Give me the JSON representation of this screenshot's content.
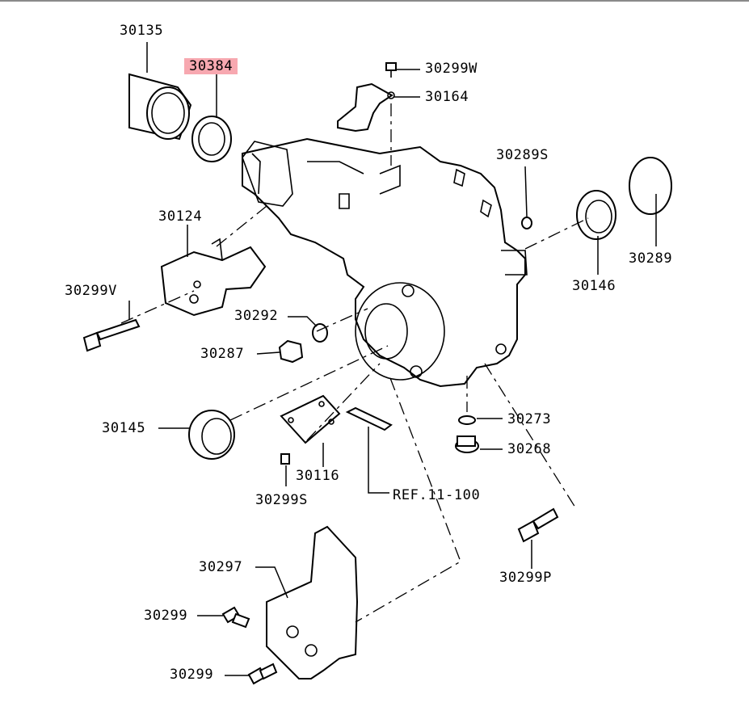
{
  "labels": {
    "p30135": "30135",
    "p30384": "30384",
    "p30299W": "30299W",
    "p30164": "30164",
    "p30289S": "30289S",
    "p30124": "30124",
    "p30289": "30289",
    "p30146": "30146",
    "p30299V": "30299V",
    "p30292": "30292",
    "p30287": "30287",
    "p30145": "30145",
    "p30273": "30273",
    "p30268": "30268",
    "p30116": "30116",
    "p30299S": "30299S",
    "ref": "REF.11-100",
    "p30297": "30297",
    "p30299P": "30299P",
    "p30299a": "30299",
    "p30299b": "30299"
  },
  "highlight_color": "#f7a8b0"
}
